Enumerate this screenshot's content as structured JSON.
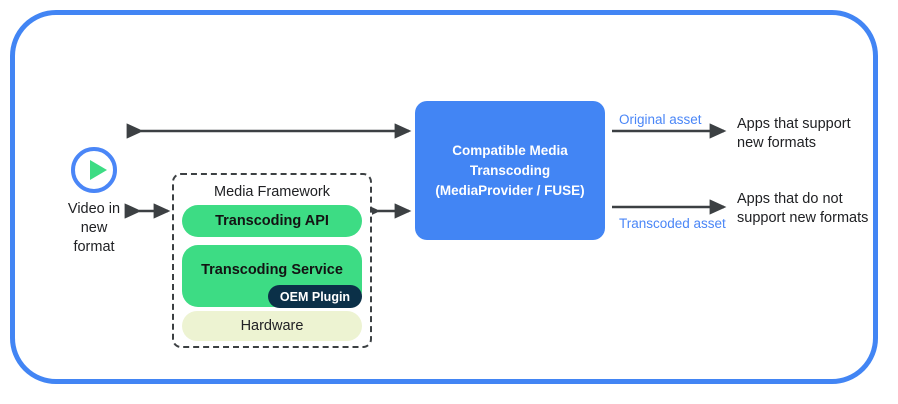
{
  "frame": {
    "border_color": "#4285f4"
  },
  "source": {
    "icon": "play-circle-icon",
    "label": "Video in\nnew\nformat",
    "ring_color": "#4a86f7",
    "triangle_color": "#3ddc84"
  },
  "framework": {
    "title": "Media Framework",
    "border_style": "dashed",
    "items": [
      {
        "label": "Transcoding API",
        "color": "#3ddc84",
        "text_color": "#131313"
      },
      {
        "label": "Transcoding Service",
        "color": "#3ddc84",
        "text_color": "#131313"
      },
      {
        "label": "OEM Plugin",
        "color": "#0b3048",
        "text_color": "#ffffff"
      },
      {
        "label": "Hardware",
        "color": "#edf3d2",
        "text_color": "#202124"
      }
    ]
  },
  "transcoding_box": {
    "label": "Compatible Media\nTranscoding\n(MediaProvider / FUSE)",
    "color": "#4285f4",
    "text_color": "#ffffff"
  },
  "outputs": [
    {
      "asset_label": "Original asset",
      "asset_color": "#4a86f7",
      "target_label": "Apps that support\nnew formats"
    },
    {
      "asset_label": "Transcoded asset",
      "asset_color": "#4a86f7",
      "target_label": "Apps that do not\nsupport new formats"
    }
  ],
  "arrows": {
    "color": "#3c4043",
    "connections": [
      {
        "name": "source-to-transcoding",
        "type": "double"
      },
      {
        "name": "source-to-framework",
        "type": "double"
      },
      {
        "name": "framework-to-transcoding",
        "type": "double"
      },
      {
        "name": "transcoding-to-apps-support",
        "type": "single"
      },
      {
        "name": "transcoding-to-apps-nosupport",
        "type": "single"
      }
    ]
  }
}
